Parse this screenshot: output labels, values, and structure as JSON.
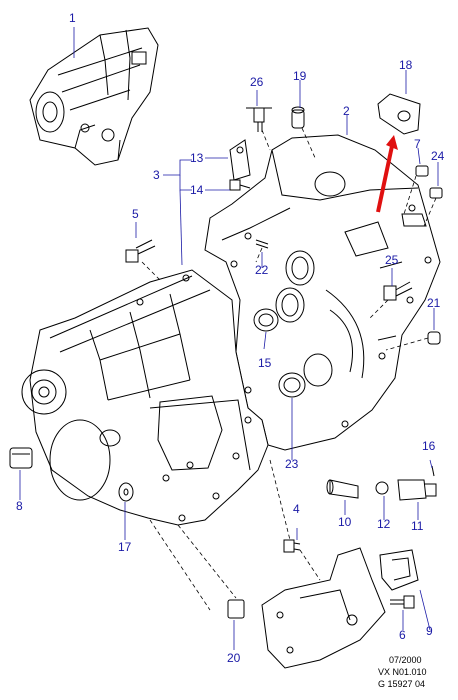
{
  "diagram": {
    "callouts": [
      {
        "id": "c1",
        "label": "1"
      },
      {
        "id": "c2",
        "label": "2"
      },
      {
        "id": "c3",
        "label": "3"
      },
      {
        "id": "c4",
        "label": "4"
      },
      {
        "id": "c5",
        "label": "5"
      },
      {
        "id": "c6",
        "label": "6"
      },
      {
        "id": "c7",
        "label": "7"
      },
      {
        "id": "c8",
        "label": "8"
      },
      {
        "id": "c9",
        "label": "9"
      },
      {
        "id": "c10",
        "label": "10"
      },
      {
        "id": "c11",
        "label": "11"
      },
      {
        "id": "c12",
        "label": "12"
      },
      {
        "id": "c13",
        "label": "13"
      },
      {
        "id": "c14",
        "label": "14"
      },
      {
        "id": "c15",
        "label": "15"
      },
      {
        "id": "c16",
        "label": "16"
      },
      {
        "id": "c17",
        "label": "17"
      },
      {
        "id": "c18",
        "label": "18"
      },
      {
        "id": "c19",
        "label": "19"
      },
      {
        "id": "c20",
        "label": "20"
      },
      {
        "id": "c21",
        "label": "21"
      },
      {
        "id": "c22",
        "label": "22"
      },
      {
        "id": "c23",
        "label": "23"
      },
      {
        "id": "c24",
        "label": "24"
      },
      {
        "id": "c25",
        "label": "25"
      },
      {
        "id": "c26",
        "label": "26"
      }
    ],
    "footer": {
      "date": "07/2000",
      "code": "VX N01.010",
      "ref": "G 15927 04"
    },
    "colors": {
      "callout_text": "#1a1aa6",
      "leader_line": "#1a1aa6",
      "line_art": "#000000",
      "arrow": "#e01010"
    }
  }
}
